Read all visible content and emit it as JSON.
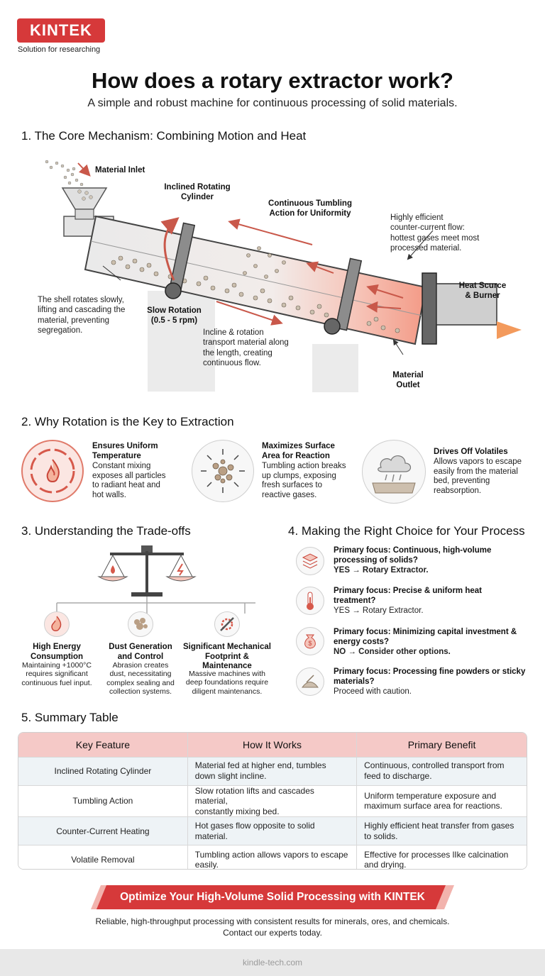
{
  "brand": {
    "logo": "KINTEK",
    "tagline": "Solution for researching"
  },
  "title": "How does a rotary extractor work?",
  "subtitle": "A simple and robust machine for continuous processing of solid materials.",
  "s1": {
    "heading": "1. The Core Mechanism: Combining Motion and Heat",
    "inlet": "Material Inlet",
    "cylinder": "Inclined Rotating\nCylinder",
    "tumbling": "Continuous Tumbling\nAction for Uniformity",
    "counter": "Highly efficient\ncounter-current flow:\nhottest gases meet most\nprocessed material.",
    "heat": "Heat Scurce\n& Burner",
    "shell": "The shell rotates slowly,\nlifting and cascading the\nmaterial, preventing\nsegregation.",
    "rotation": "Slow Rotation\n(0.5 - 5 rpm)",
    "incline": "Incline & rotation\ntransport material along\nthe length, creating\ncontinuous flow.",
    "outlet": "Material\nOutlet"
  },
  "s2": {
    "heading": "2. Why Rotation is the Key to Extraction",
    "items": [
      {
        "title": "Ensures Uniform\nTemperature",
        "desc": "Constant mixing\nexposes all particles\nto radiant heat and\nhot walls.",
        "icon": "flame-rotation-icon"
      },
      {
        "title": "Maximizes Surface\nArea for Reaction",
        "desc": "Tumbling action breaks\nup clumps, exposing\nfresh surfaces to\nreactive gases.",
        "icon": "particles-arrows-icon"
      },
      {
        "title": "Drives Off Volatiles",
        "desc": "Allows vapors to escape\neasily from the material\nbed, preventing\nreabsorption.",
        "icon": "vapor-cloud-icon"
      }
    ]
  },
  "s3": {
    "heading": "3. Understanding the Trade-offs",
    "items": [
      {
        "title": "High Energy\nConsumption",
        "desc": "Maintaining +1000°C\nrequires significant\ncontinuous fuel input."
      },
      {
        "title": "Dust Generation\nand Control",
        "desc": "Abrasion creates\ndust, necessitating\ncomplex sealing and\ncollection systems."
      },
      {
        "title": "Significant Mechanical\nFootprint &\nMaintenance",
        "desc": "Massive machines with\ndeep foundations require\ndiligent maintenancs."
      }
    ]
  },
  "s4": {
    "heading": "4. Making the Right Choice for Your Process",
    "items": [
      {
        "title": "Primary focus: Continuous, high-volume\nprocessing of solids?",
        "answer": "YES → Rotary Extractor."
      },
      {
        "title": "Primary focus: Precise & uniform heat\ntreatment?",
        "answer": "YES → Rotary Extractor."
      },
      {
        "title": "Primary focus: Minimizing capital investment &\nenergy costs?",
        "answer": "NO → Consider other options."
      },
      {
        "title": "Primary focus: Processing fine powders or sticky\nmaterials?",
        "answer": "Proceed with caution."
      }
    ]
  },
  "s5": {
    "heading": "5. Summary Table",
    "headers": [
      "Key Feature",
      "How It Works",
      "Primary Benefit"
    ],
    "rows": [
      [
        "Inclined Rotating Cylinder",
        "Material fed at higher end, tumbles\ndown slight incline.",
        "Continuous, controlled transport from\nfeed to discharge."
      ],
      [
        "Tumbling Action",
        "Slow rotation lifts and cascades material,\nconstantly mixing bed.",
        "Uniform temperature exposure and\nmaximum surface area for reactions."
      ],
      [
        "Counter-Current Heating",
        "Hot gases flow opposite to solid material.",
        "Highly efficient heat transfer from gases\nto solids."
      ],
      [
        "Volatile Removal",
        "Tumbling action allows vapors to escape\neasily.",
        "Effective for processes lIke calcination\nand drying."
      ]
    ]
  },
  "cta": {
    "banner": "Optimize Your High-Volume Solid Processing with KINTEK",
    "text": "Reliable, high-throughput processing with consistent results for minerals, ores, and chemicals.\nContact our experts today."
  },
  "footer": "kindle-tech.com"
}
